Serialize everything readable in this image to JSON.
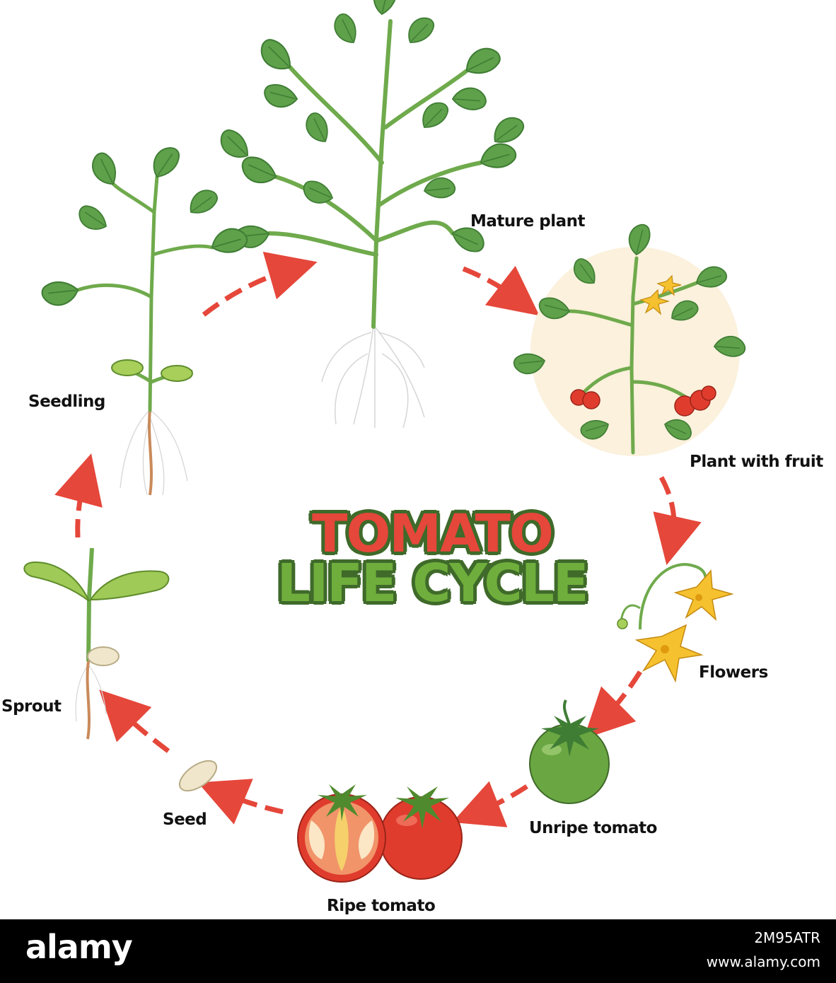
{
  "diagram": {
    "title_line_1": "TOMATO",
    "title_line_2": "LIFE CYCLE",
    "stages": {
      "seed": "Seed",
      "sprout": "Sprout",
      "seedling": "Seedling",
      "mature_plant": "Mature plant",
      "plant_with_fruit": "Plant with fruit",
      "flowers": "Flowers",
      "unripe_tomato": "Unripe tomato",
      "ripe_tomato": "Ripe tomato"
    },
    "colors": {
      "arrow": "#e5473a",
      "leaf": "#5fa04a",
      "leaf_dark": "#3f7d34",
      "stem": "#6faa4c",
      "root": "#c9c9c9",
      "tomato_red": "#e03c2e",
      "tomato_green": "#6aa742",
      "flower": "#f5c12e",
      "fruit_circle": "#fbf1dc",
      "seed": "#efe6cc"
    }
  },
  "footer": {
    "brand": "alamy",
    "image_id": "2M95ATR",
    "url": "www.alamy.com"
  }
}
